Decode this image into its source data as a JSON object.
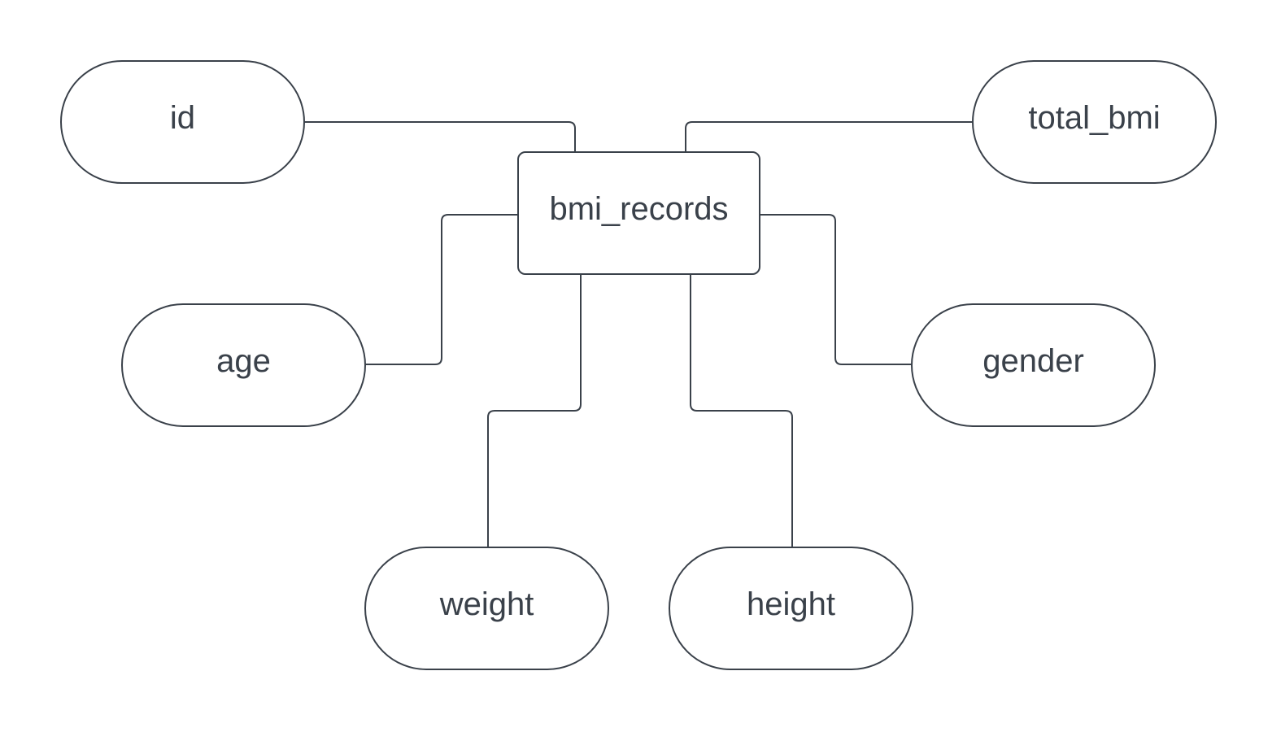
{
  "entity": {
    "label": "bmi_records"
  },
  "attributes": {
    "id": "id",
    "total_bmi": "total_bmi",
    "age": "age",
    "gender": "gender",
    "weight": "weight",
    "height": "height"
  },
  "colors": {
    "stroke": "#3a414a",
    "text": "#3a414a",
    "background": "#ffffff"
  }
}
